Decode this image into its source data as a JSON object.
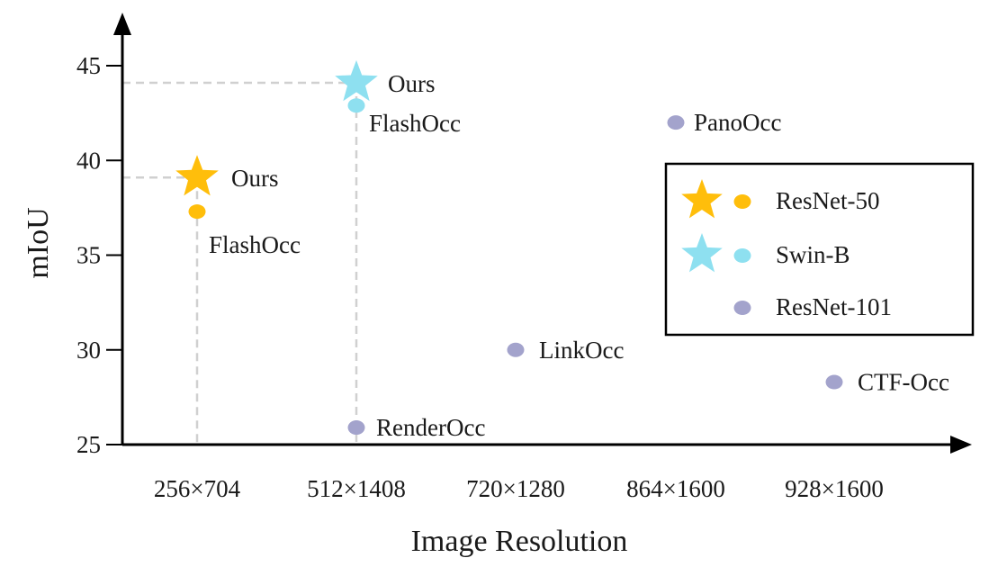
{
  "chart_data": {
    "type": "scatter",
    "xlabel": "Image Resolution",
    "ylabel": "mIoU",
    "categories": [
      "256×704",
      "512×1408",
      "720×1280",
      "864×1600",
      "928×1600"
    ],
    "ylim": [
      25,
      47
    ],
    "yticks": [
      25,
      30,
      35,
      40,
      45
    ],
    "grid": false,
    "legend_placement": "right",
    "colors": {
      "resnet50": "#ffbe0b",
      "swinb": "#8ee0f0",
      "resnet101": "#a3a3cc",
      "guide": "#d0d0d0",
      "axis": "#000000"
    },
    "series": [
      {
        "name": "ResNet-50",
        "color": "#ffbe0b",
        "points": [
          {
            "x": "256×704",
            "y": 39.1,
            "label": "Ours",
            "marker": "star"
          },
          {
            "x": "256×704",
            "y": 37.3,
            "label": "FlashOcc",
            "marker": "circle"
          }
        ]
      },
      {
        "name": "Swin-B",
        "color": "#8ee0f0",
        "points": [
          {
            "x": "512×1408",
            "y": 44.1,
            "label": "Ours",
            "marker": "star"
          },
          {
            "x": "512×1408",
            "y": 42.9,
            "label": "FlashOcc",
            "marker": "circle"
          }
        ]
      },
      {
        "name": "ResNet-101",
        "color": "#a3a3cc",
        "points": [
          {
            "x": "512×1408",
            "y": 25.9,
            "label": "RenderOcc",
            "marker": "circle"
          },
          {
            "x": "720×1280",
            "y": 30.0,
            "label": "LinkOcc",
            "marker": "circle"
          },
          {
            "x": "864×1600",
            "y": 42.0,
            "label": "PanoOcc",
            "marker": "circle"
          },
          {
            "x": "928×1600",
            "y": 28.3,
            "label": "CTF-Occ",
            "marker": "circle"
          }
        ]
      }
    ],
    "legend": [
      {
        "label": "ResNet-50",
        "star": true,
        "circle": true,
        "color": "#ffbe0b"
      },
      {
        "label": "Swin-B",
        "star": true,
        "circle": true,
        "color": "#8ee0f0"
      },
      {
        "label": "ResNet-101",
        "star": false,
        "circle": true,
        "color": "#a3a3cc"
      }
    ]
  }
}
